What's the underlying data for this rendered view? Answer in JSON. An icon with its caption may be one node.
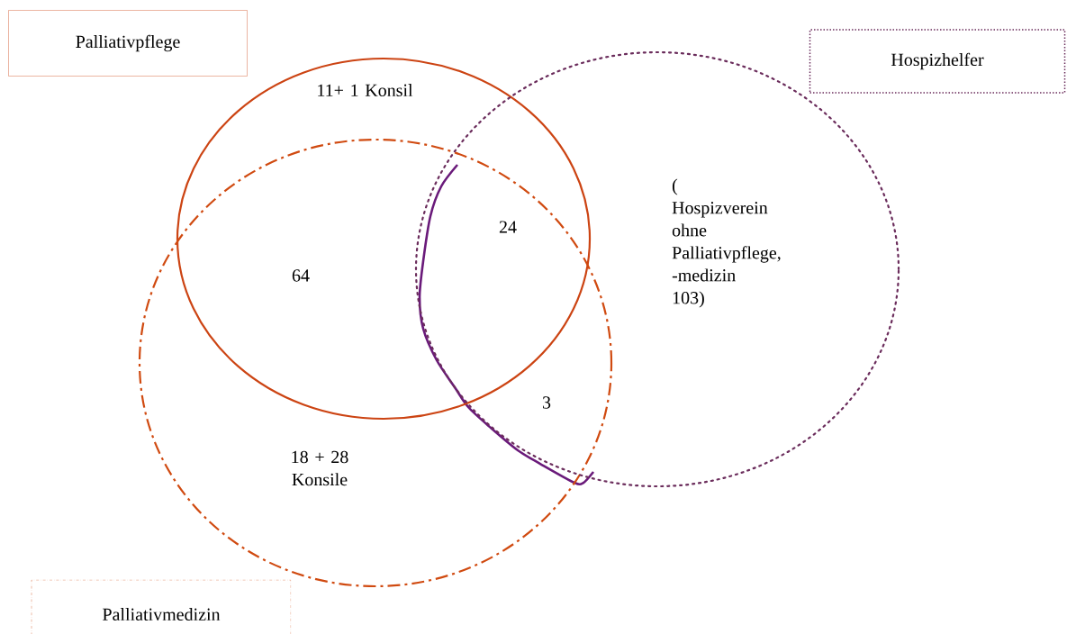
{
  "diagram": {
    "nodes": [
      {
        "text": [
          "Palliativpflege"
        ]
      },
      {
        "text": [
          "Hospizhelfer"
        ]
      },
      {
        "text": [
          "Palliativmedizin"
        ]
      },
      {
        "text": [],
        "shape": "circle"
      },
      {
        "text": [],
        "shape": "circle"
      },
      {
        "text": [],
        "shape": "circle"
      }
    ],
    "labels": [
      "11+ 1 Konsil",
      "24",
      "( Hospizverein ohne Palliativpflege, -medizin 103)",
      "64",
      "3",
      "18 + 28 Konsile"
    ]
  }
}
